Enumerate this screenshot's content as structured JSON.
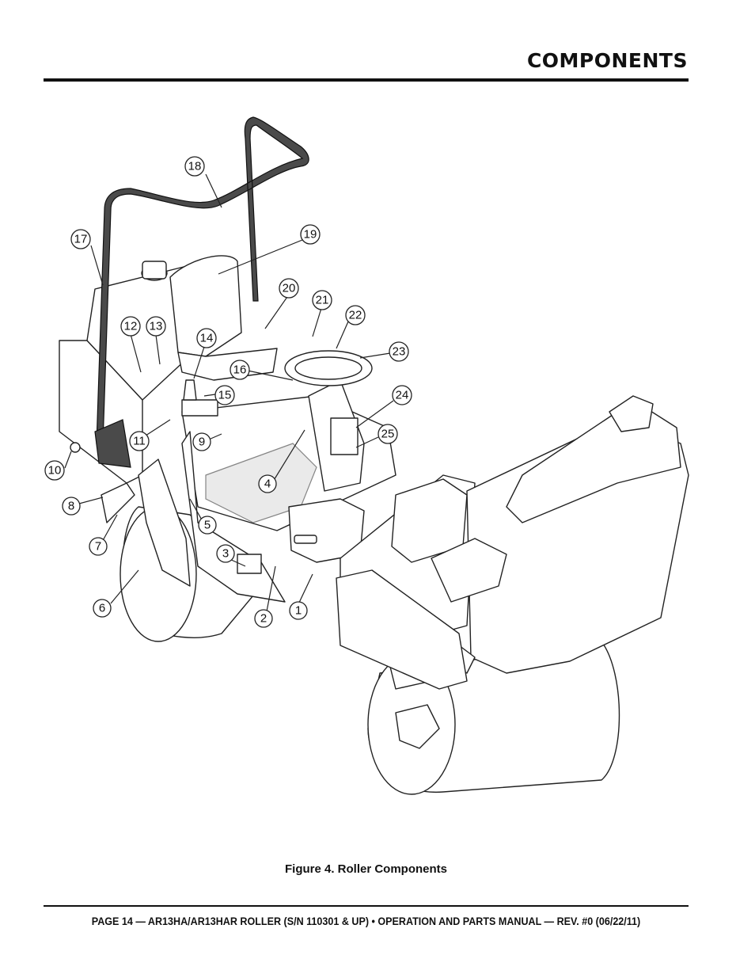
{
  "header": {
    "title": "COMPONENTS"
  },
  "figure": {
    "caption": "Figure 4. Roller Components",
    "callouts": [
      "1",
      "2",
      "3",
      "4",
      "5",
      "6",
      "7",
      "8",
      "9",
      "10",
      "11",
      "12",
      "13",
      "14",
      "15",
      "16",
      "17",
      "18",
      "19",
      "20",
      "21",
      "22",
      "23",
      "24",
      "25"
    ]
  },
  "footer": {
    "text": "PAGE 14 — AR13HA/AR13HAR ROLLER (S/N 110301 & UP) • OPERATION AND PARTS MANUAL — REV. #0 (06/22/11)"
  }
}
